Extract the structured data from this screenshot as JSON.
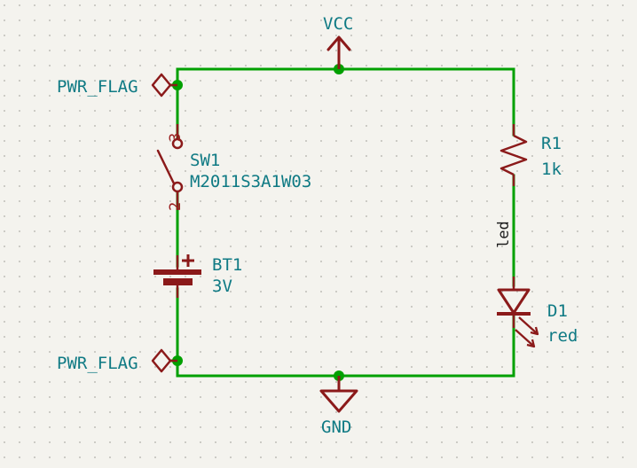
{
  "document": {
    "kind": "schematic-canvas",
    "grid": "dot-grid"
  },
  "colors": {
    "background": "#f4f3ee",
    "grid_dot": "#c9c8c2",
    "wire": "#00a000",
    "junction": "#00a000",
    "component": "#8b1a1a",
    "label_text": "#0f7a84",
    "pin_number": "#9b2020",
    "net_label_text": "#1d1d1d"
  },
  "power_symbols": {
    "vcc": {
      "name": "VCC",
      "icon": "power-arrow-up-icon"
    },
    "gnd": {
      "name": "GND",
      "icon": "ground-triangle-icon"
    },
    "pwr_flag_top": {
      "name": "PWR_FLAG",
      "icon": "power-flag-diamond-icon"
    },
    "pwr_flag_bottom": {
      "name": "PWR_FLAG",
      "icon": "power-flag-diamond-icon"
    }
  },
  "components": [
    {
      "id": "SW1",
      "reference": "SW1",
      "value": "M2011S3A1W03",
      "symbol": "spst-switch",
      "pins": [
        {
          "number": "3"
        },
        {
          "number": "2"
        }
      ]
    },
    {
      "id": "BT1",
      "reference": "BT1",
      "value": "3V",
      "symbol": "battery-cell",
      "polarity_marker": "+"
    },
    {
      "id": "R1",
      "reference": "R1",
      "value": "1k",
      "symbol": "resistor-zigzag"
    },
    {
      "id": "D1",
      "reference": "D1",
      "value": "red",
      "symbol": "led-diode"
    }
  ],
  "net_labels": [
    {
      "name": "led",
      "orientation": "vertical-up"
    }
  ]
}
